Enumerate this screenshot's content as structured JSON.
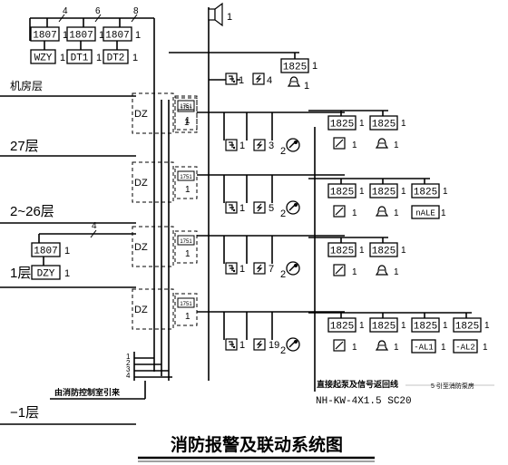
{
  "title": "消防报警及联动系统图",
  "floors": {
    "machine_room": "机房层",
    "f27": "27层",
    "f2_26": "2~26层",
    "f1": "1层",
    "fb1": "−1层"
  },
  "dz_label": "DZ",
  "module_1825": "1825",
  "module_1807": "1807",
  "tag_1751": "1751",
  "top_modules": [
    {
      "code": "1807",
      "device": "WZY"
    },
    {
      "code": "1807",
      "device": "DT1"
    },
    {
      "code": "1807",
      "device": "DT2"
    }
  ],
  "ground_module": {
    "code": "1807",
    "device": "DZY"
  },
  "bus_counts": {
    "a": "4",
    "b": "6",
    "c": "8",
    "d": "4"
  },
  "qty_one": "1",
  "smoke_counts": {
    "machine": "4",
    "f27": "3",
    "f2_26": "5",
    "f1": "7",
    "fb1": "19"
  },
  "manual_call_qty": "2",
  "nale_label": "nALE",
  "al1_label": "-AL1",
  "al2_label": "-AL2",
  "feed_note": "由消防控制室引来",
  "cable_note": "直接起泵及信号返回线",
  "cable_spec": "NH-KW-4X1.5  SC20",
  "pump_note": "5 引至消防泵房",
  "feed_numbers": [
    "1",
    "2",
    "3",
    "4"
  ],
  "icons": [
    "speaker-icon",
    "hydrant-button-icon",
    "smoke-detector-icon",
    "bell-icon",
    "manual-call-point-icon",
    "water-flow-icon"
  ]
}
